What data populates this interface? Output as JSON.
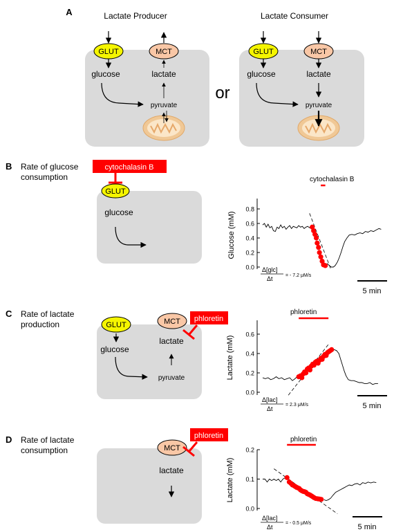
{
  "panel_a": {
    "letter": "A",
    "producer": {
      "title": "Lactate Producer",
      "glut": "GLUT",
      "mct": "MCT",
      "glucose": "glucose",
      "lactate": "lactate",
      "pyruvate": "pyruvate"
    },
    "or_text": "or",
    "consumer": {
      "title": "Lactate Consumer",
      "glut": "GLUT",
      "mct": "MCT",
      "glucose": "glucose",
      "lactate": "lactate",
      "pyruvate": "pyruvate"
    }
  },
  "panel_b": {
    "letter": "B",
    "heading_line1": "Rate of glucose",
    "heading_line2": "consumption",
    "inhibitor": "cytochalasin B",
    "glut": "GLUT",
    "glucose": "glucose",
    "drug_label": "cytochalasin B",
    "rate_num": "Δ[glc]",
    "rate_den": "Δt",
    "rate_value": "=  - 7.2 μM/s",
    "scale_label": "5 min"
  },
  "panel_c": {
    "letter": "C",
    "heading_line1": "Rate of lactate",
    "heading_line2": "production",
    "inhibitor": "phloretin",
    "glut": "GLUT",
    "mct": "MCT",
    "glucose": "glucose",
    "lactate": "lactate",
    "pyruvate": "pyruvate",
    "drug_label": "phloretin",
    "rate_num": "Δ[lac]",
    "rate_den": "Δt",
    "rate_value": "=   2.3 μM/s",
    "scale_label": "5 min"
  },
  "panel_d": {
    "letter": "D",
    "heading_line1": "Rate of lactate",
    "heading_line2": "consumption",
    "inhibitor": "phloretin",
    "mct": "MCT",
    "lactate": "lactate",
    "drug_label": "phloretin",
    "rate_num": "Δ[lac]",
    "rate_den": "Δt",
    "rate_value": "=  - 0.5 μM/s",
    "scale_label": "5 min"
  },
  "colors": {
    "cell": "#dadada",
    "glut": "#f5f500",
    "mct": "#f9c7a6",
    "inhibitor": "#ff0000",
    "points": "#ff0000",
    "mito_outer": "#f0c896",
    "mito_inner": "#fbe6c8"
  },
  "chart_data": [
    {
      "type": "line",
      "ylabel": "Glucose (mM)",
      "ylim": [
        0,
        0.8
      ],
      "yticks": [
        0.0,
        0.2,
        0.4,
        0.6,
        0.8
      ],
      "xlim": [
        0,
        27
      ],
      "series": [
        {
          "values": [
            [
              0,
              0.58
            ],
            [
              0.4,
              0.6
            ],
            [
              0.8,
              0.55
            ],
            [
              1.2,
              0.59
            ],
            [
              1.6,
              0.54
            ],
            [
              2.0,
              0.56
            ],
            [
              2.4,
              0.5
            ],
            [
              2.8,
              0.49
            ],
            [
              3.2,
              0.55
            ],
            [
              3.6,
              0.53
            ],
            [
              4.0,
              0.58
            ],
            [
              4.4,
              0.54
            ],
            [
              4.8,
              0.56
            ],
            [
              5.2,
              0.52
            ],
            [
              5.6,
              0.55
            ],
            [
              6.0,
              0.57
            ],
            [
              6.4,
              0.53
            ],
            [
              6.8,
              0.56
            ],
            [
              7.2,
              0.55
            ],
            [
              7.6,
              0.54
            ],
            [
              8.0,
              0.57
            ],
            [
              8.4,
              0.55
            ],
            [
              8.8,
              0.56
            ],
            [
              9.2,
              0.53
            ],
            [
              9.6,
              0.55
            ],
            [
              10.0,
              0.56
            ],
            [
              10.4,
              0.54
            ],
            [
              10.8,
              0.57
            ]
          ]
        },
        {
          "values": [
            [
              14.3,
              0.05
            ],
            [
              14.8,
              0.02
            ],
            [
              15.2,
              0.0
            ],
            [
              15.7,
              0.0
            ],
            [
              16.1,
              0.02
            ],
            [
              16.6,
              0.07
            ],
            [
              17.0,
              0.13
            ],
            [
              17.4,
              0.2
            ],
            [
              17.8,
              0.28
            ],
            [
              18.2,
              0.35
            ],
            [
              18.7,
              0.4
            ],
            [
              19.2,
              0.44
            ],
            [
              19.8,
              0.45
            ],
            [
              20.4,
              0.44
            ],
            [
              21.0,
              0.46
            ],
            [
              21.6,
              0.47
            ],
            [
              22.2,
              0.46
            ],
            [
              22.8,
              0.49
            ],
            [
              23.4,
              0.48
            ],
            [
              24.0,
              0.5
            ],
            [
              24.6,
              0.49
            ],
            [
              25.2,
              0.51
            ],
            [
              25.8,
              0.53
            ],
            [
              26.3,
              0.52
            ]
          ]
        }
      ],
      "points": [
        [
          11.0,
          0.55
        ],
        [
          11.3,
          0.5
        ],
        [
          11.6,
          0.45
        ],
        [
          11.9,
          0.4
        ],
        [
          12.1,
          0.33
        ],
        [
          12.4,
          0.27
        ],
        [
          12.6,
          0.2
        ],
        [
          12.9,
          0.14
        ],
        [
          13.2,
          0.08
        ],
        [
          13.5,
          0.03
        ],
        [
          13.9,
          0.02
        ]
      ],
      "fit_line": [
        [
          10.4,
          0.74
        ],
        [
          15.2,
          -0.04
        ]
      ],
      "drug_bar": [
        12.9,
        13.9
      ],
      "scale_bar_min": 5
    },
    {
      "type": "line",
      "ylabel": "Lactate (mM)",
      "ylim": [
        0,
        0.6
      ],
      "yticks": [
        0.0,
        0.2,
        0.4,
        0.6
      ],
      "xlim": [
        0,
        27
      ],
      "series": [
        {
          "values": [
            [
              0,
              0.15
            ],
            [
              0.6,
              0.14
            ],
            [
              1.2,
              0.15
            ],
            [
              1.8,
              0.13
            ],
            [
              2.4,
              0.14
            ],
            [
              3.0,
              0.16
            ],
            [
              3.6,
              0.14
            ],
            [
              4.2,
              0.15
            ],
            [
              4.8,
              0.13
            ],
            [
              5.4,
              0.14
            ],
            [
              6.0,
              0.15
            ],
            [
              6.6,
              0.12
            ],
            [
              7.2,
              0.14
            ],
            [
              7.6,
              0.16
            ]
          ]
        },
        {
          "values": [
            [
              15.4,
              0.43
            ],
            [
              15.9,
              0.44
            ],
            [
              16.4,
              0.43
            ],
            [
              16.9,
              0.4
            ],
            [
              17.3,
              0.34
            ],
            [
              17.7,
              0.28
            ],
            [
              18.1,
              0.22
            ],
            [
              18.5,
              0.17
            ],
            [
              19.0,
              0.13
            ],
            [
              19.6,
              0.12
            ],
            [
              20.2,
              0.12
            ],
            [
              20.8,
              0.11
            ],
            [
              21.4,
              0.1
            ],
            [
              22.0,
              0.1
            ],
            [
              22.6,
              0.09
            ],
            [
              23.2,
              0.09
            ],
            [
              23.8,
              0.1
            ],
            [
              24.4,
              0.08
            ],
            [
              25.0,
              0.09
            ],
            [
              25.6,
              0.09
            ]
          ]
        }
      ],
      "points": [
        [
          8.0,
          0.16
        ],
        [
          8.4,
          0.17
        ],
        [
          8.7,
          0.15
        ],
        [
          9.0,
          0.19
        ],
        [
          9.3,
          0.21
        ],
        [
          9.6,
          0.2
        ],
        [
          9.9,
          0.24
        ],
        [
          10.2,
          0.25
        ],
        [
          10.5,
          0.23
        ],
        [
          10.8,
          0.27
        ],
        [
          11.1,
          0.29
        ],
        [
          11.4,
          0.28
        ],
        [
          11.7,
          0.31
        ],
        [
          12.0,
          0.32
        ],
        [
          12.3,
          0.3
        ],
        [
          12.6,
          0.33
        ],
        [
          12.9,
          0.35
        ],
        [
          13.2,
          0.34
        ],
        [
          13.5,
          0.37
        ],
        [
          13.8,
          0.39
        ],
        [
          14.1,
          0.38
        ],
        [
          14.4,
          0.41
        ],
        [
          14.7,
          0.42
        ],
        [
          15.0,
          0.43
        ],
        [
          15.3,
          0.44
        ]
      ],
      "fit_line": [
        [
          5.7,
          -0.03
        ],
        [
          14.7,
          0.5
        ]
      ],
      "drug_bar": [
        8.0,
        14.6
      ],
      "scale_bar_min": 5
    },
    {
      "type": "line",
      "ylabel": "Lactate (mM)",
      "ylim": [
        0,
        0.2
      ],
      "yticks": [
        0.0,
        0.1,
        0.2
      ],
      "xlim": [
        0,
        27
      ],
      "series": [
        {
          "values": [
            [
              0,
              0.1
            ],
            [
              0.5,
              0.1
            ],
            [
              1.0,
              0.09
            ],
            [
              1.5,
              0.1
            ],
            [
              2.0,
              0.095
            ],
            [
              2.5,
              0.1
            ],
            [
              3.0,
              0.095
            ],
            [
              3.5,
              0.1
            ],
            [
              4.0,
              0.09
            ],
            [
              4.5,
              0.1
            ],
            [
              5.0,
              0.105
            ]
          ]
        },
        {
          "values": [
            [
              13.6,
              0.03
            ],
            [
              14.1,
              0.027
            ],
            [
              14.6,
              0.03
            ],
            [
              15.1,
              0.035
            ],
            [
              15.6,
              0.045
            ],
            [
              16.2,
              0.055
            ],
            [
              16.8,
              0.06
            ],
            [
              17.4,
              0.065
            ],
            [
              18.0,
              0.07
            ],
            [
              18.6,
              0.075
            ],
            [
              19.2,
              0.08
            ],
            [
              19.8,
              0.078
            ],
            [
              20.4,
              0.083
            ],
            [
              21.0,
              0.085
            ],
            [
              21.6,
              0.08
            ],
            [
              22.2,
              0.088
            ],
            [
              22.8,
              0.085
            ],
            [
              23.4,
              0.09
            ],
            [
              24.0,
              0.087
            ],
            [
              24.6,
              0.09
            ],
            [
              25.2,
              0.088
            ]
          ]
        }
      ],
      "points": [
        [
          5.4,
          0.105
        ],
        [
          5.9,
          0.09
        ],
        [
          6.3,
          0.085
        ],
        [
          6.6,
          0.08
        ],
        [
          6.9,
          0.078
        ],
        [
          7.2,
          0.075
        ],
        [
          7.5,
          0.072
        ],
        [
          7.8,
          0.07
        ],
        [
          8.1,
          0.068
        ],
        [
          8.4,
          0.063
        ],
        [
          8.7,
          0.06
        ],
        [
          9.0,
          0.058
        ],
        [
          9.3,
          0.057
        ],
        [
          9.6,
          0.055
        ],
        [
          9.9,
          0.05
        ],
        [
          10.2,
          0.048
        ],
        [
          10.5,
          0.046
        ],
        [
          10.8,
          0.043
        ],
        [
          11.1,
          0.04
        ],
        [
          11.4,
          0.037
        ],
        [
          11.8,
          0.034
        ],
        [
          12.2,
          0.033
        ],
        [
          12.6,
          0.032
        ],
        [
          13.0,
          0.031
        ]
      ],
      "fit_line": [
        [
          2.5,
          0.135
        ],
        [
          16.6,
          -0.018
        ]
      ],
      "drug_bar": [
        5.4,
        11.8
      ],
      "scale_bar_min": 5
    }
  ]
}
